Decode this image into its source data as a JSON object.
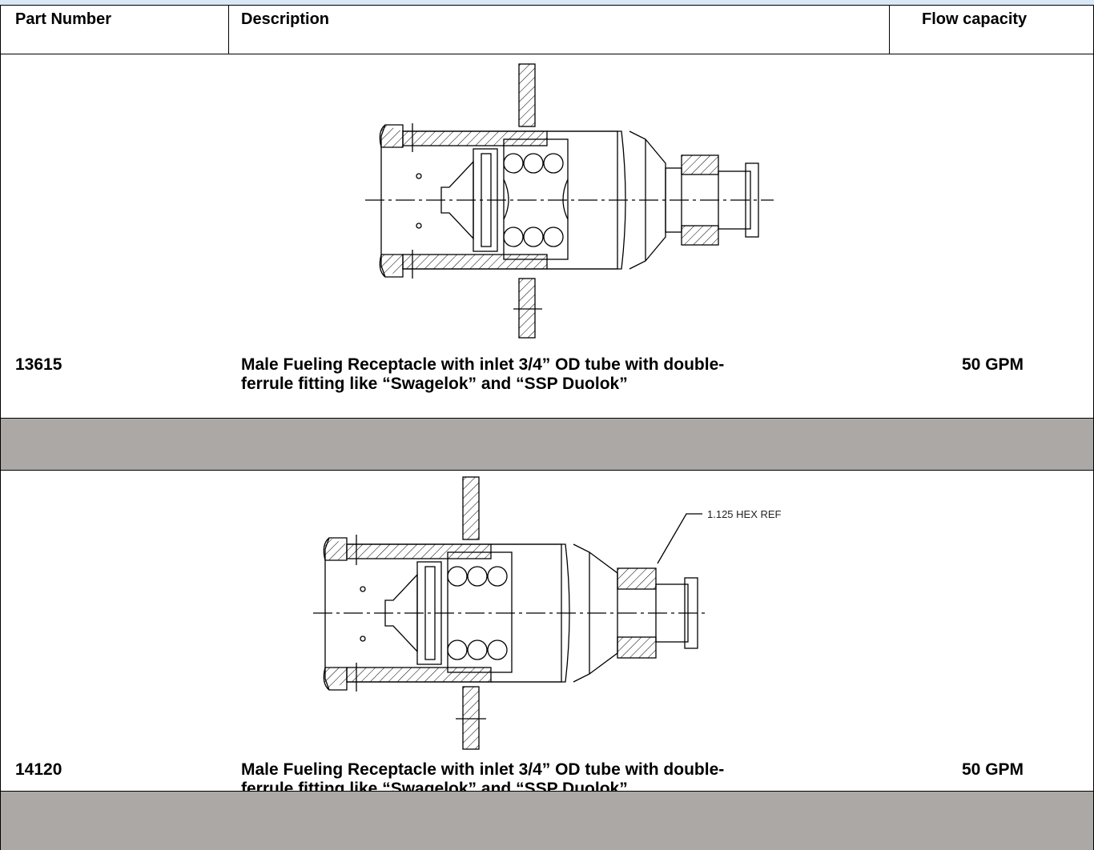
{
  "header": {
    "part_number": "Part Number",
    "description": "Description",
    "flow_capacity": "Flow capacity"
  },
  "products": [
    {
      "part_number": "13615",
      "description_line1": "Male Fueling Receptacle with inlet 3/4” OD tube with double-",
      "description_line2": "ferrule fitting like “Swagelok” and “SSP Duolok”",
      "flow_capacity": "50 GPM"
    },
    {
      "part_number": "14120",
      "description_line1": "Male Fueling Receptacle with inlet 3/4” OD tube with double-",
      "description_line2": "ferrule fitting like “Swagelok” and “SSP Duolok”",
      "flow_capacity": "50 GPM",
      "drawing_callout": "1.125 HEX REF"
    }
  ]
}
